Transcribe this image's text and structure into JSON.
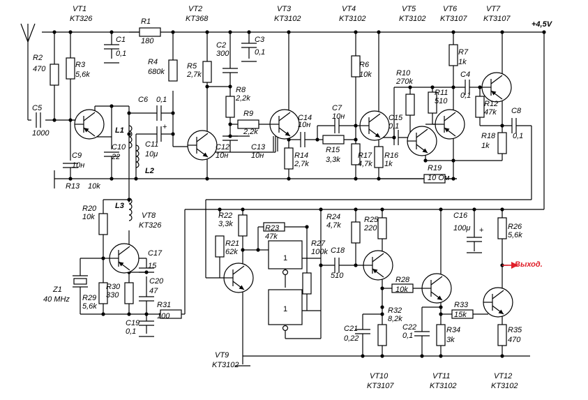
{
  "supply": "+4,5V",
  "output": "Выход.",
  "output_color": "#e0202a",
  "transistors": [
    {
      "ref": "VT1",
      "type": "KT326"
    },
    {
      "ref": "VT2",
      "type": "KT368"
    },
    {
      "ref": "VT3",
      "type": "KT3102"
    },
    {
      "ref": "VT4",
      "type": "KT3102"
    },
    {
      "ref": "VT5",
      "type": "KT3102"
    },
    {
      "ref": "VT6",
      "type": "KT3107"
    },
    {
      "ref": "VT7",
      "type": "KT3107"
    },
    {
      "ref": "VT8",
      "type": "KT326"
    },
    {
      "ref": "VT9",
      "type": "KT3102"
    },
    {
      "ref": "VT10",
      "type": "KT3107"
    },
    {
      "ref": "VT11",
      "type": "KT3102"
    },
    {
      "ref": "VT12",
      "type": "KT3102"
    }
  ],
  "resistors": [
    {
      "ref": "R1",
      "value": "180"
    },
    {
      "ref": "R2",
      "value": "470"
    },
    {
      "ref": "R3",
      "value": "5,6k"
    },
    {
      "ref": "R4",
      "value": "680k"
    },
    {
      "ref": "R5",
      "value": "2,7k"
    },
    {
      "ref": "R6",
      "value": "10k"
    },
    {
      "ref": "R7",
      "value": "1k"
    },
    {
      "ref": "R8",
      "value": "2,2k"
    },
    {
      "ref": "R9",
      "value": "2,2k"
    },
    {
      "ref": "R10",
      "value": "270k"
    },
    {
      "ref": "R11",
      "value": "510"
    },
    {
      "ref": "R12",
      "value": "47k"
    },
    {
      "ref": "R13",
      "value": "10k"
    },
    {
      "ref": "R14",
      "value": "2,7k"
    },
    {
      "ref": "R15",
      "value": "3,3k"
    },
    {
      "ref": "R16",
      "value": "1k"
    },
    {
      "ref": "R17",
      "value": "4,7k"
    },
    {
      "ref": "R18",
      "value": "1k"
    },
    {
      "ref": "R19",
      "value": "10 Ом"
    },
    {
      "ref": "R20",
      "value": "10k"
    },
    {
      "ref": "R21",
      "value": "62k"
    },
    {
      "ref": "R22",
      "value": "3,3k"
    },
    {
      "ref": "R23",
      "value": "47k"
    },
    {
      "ref": "R24",
      "value": "4,7k"
    },
    {
      "ref": "R25",
      "value": "220"
    },
    {
      "ref": "R26",
      "value": "5,6k"
    },
    {
      "ref": "R27",
      "value": "100k"
    },
    {
      "ref": "R28",
      "value": "10k"
    },
    {
      "ref": "R29",
      "value": "5,6k"
    },
    {
      "ref": "R30",
      "value": "330"
    },
    {
      "ref": "R31",
      "value": "100"
    },
    {
      "ref": "R32",
      "value": "8,2k"
    },
    {
      "ref": "R33",
      "value": "15k"
    },
    {
      "ref": "R34",
      "value": "3k"
    },
    {
      "ref": "R35",
      "value": "470"
    }
  ],
  "capacitors": [
    {
      "ref": "C1",
      "value": "0,1"
    },
    {
      "ref": "C2",
      "value": "300"
    },
    {
      "ref": "C3",
      "value": "0,1"
    },
    {
      "ref": "C4",
      "value": "0,1"
    },
    {
      "ref": "C5",
      "value": "1000"
    },
    {
      "ref": "C6",
      "value": "0,1"
    },
    {
      "ref": "C7",
      "value": "10н"
    },
    {
      "ref": "C8",
      "value": "0,1"
    },
    {
      "ref": "C9",
      "value": "10н"
    },
    {
      "ref": "C10",
      "value": "22"
    },
    {
      "ref": "C11",
      "value": "10μ"
    },
    {
      "ref": "C12",
      "value": "10н"
    },
    {
      "ref": "C13",
      "value": "10н"
    },
    {
      "ref": "C14",
      "value": "10н"
    },
    {
      "ref": "C15",
      "value": "0,1"
    },
    {
      "ref": "C16",
      "value": "100μ"
    },
    {
      "ref": "C17",
      "value": "15"
    },
    {
      "ref": "C18",
      "value": "510"
    },
    {
      "ref": "C19",
      "value": "0,1"
    },
    {
      "ref": "C20",
      "value": "47"
    },
    {
      "ref": "C21",
      "value": "0,22"
    },
    {
      "ref": "C22",
      "value": "0,1"
    }
  ],
  "inductors": [
    "L1",
    "L2",
    "L3"
  ],
  "crystal": {
    "ref": "Z1",
    "value": "40 MHz"
  },
  "logic_gate_label": "1",
  "polarity_plus": "+"
}
